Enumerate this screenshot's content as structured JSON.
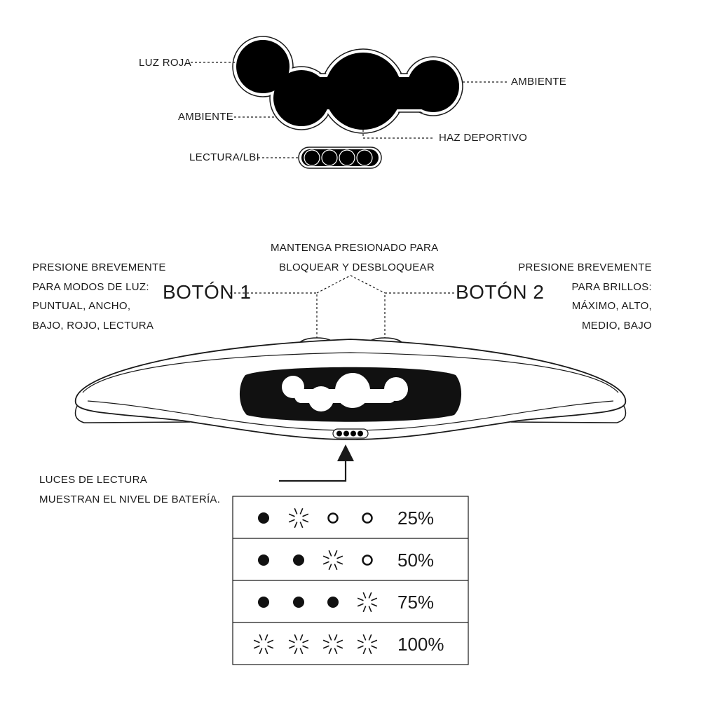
{
  "mode_diagram": {
    "luz_roja": "LUZ ROJA",
    "ambiente_left": "AMBIENTE",
    "ambiente_right": "AMBIENTE",
    "haz_deportivo": "HAZ DEPORTIVO",
    "lectura_lbi": "LECTURA/LBI"
  },
  "buttons": {
    "hold_line1": "MANTENGA PRESIONADO PARA",
    "hold_line2": "BLOQUEAR Y DESBLOQUEAR",
    "button1": "BOTÓN 1",
    "button2": "BOTÓN 2",
    "left_desc": [
      "PRESIONE BREVEMENTE",
      "PARA MODOS DE LUZ:",
      "PUNTUAL, ANCHO,",
      "BAJO, ROJO, LECTURA"
    ],
    "right_desc": [
      "PRESIONE BREVEMENTE",
      "PARA BRILLOS:",
      "MÁXIMO, ALTO,",
      "MEDIO, BAJO"
    ]
  },
  "battery": {
    "caption_line1": "LUCES DE LECTURA",
    "caption_line2": "MUESTRAN EL NIVEL DE BATERÍA.",
    "rows": [
      {
        "indicators": [
          "solid",
          "blink",
          "hollow",
          "hollow"
        ],
        "percent": "25%"
      },
      {
        "indicators": [
          "solid",
          "solid",
          "blink",
          "hollow"
        ],
        "percent": "50%"
      },
      {
        "indicators": [
          "solid",
          "solid",
          "solid",
          "blink"
        ],
        "percent": "75%"
      },
      {
        "indicators": [
          "blink",
          "blink",
          "blink",
          "blink"
        ],
        "percent": "100%"
      }
    ]
  }
}
